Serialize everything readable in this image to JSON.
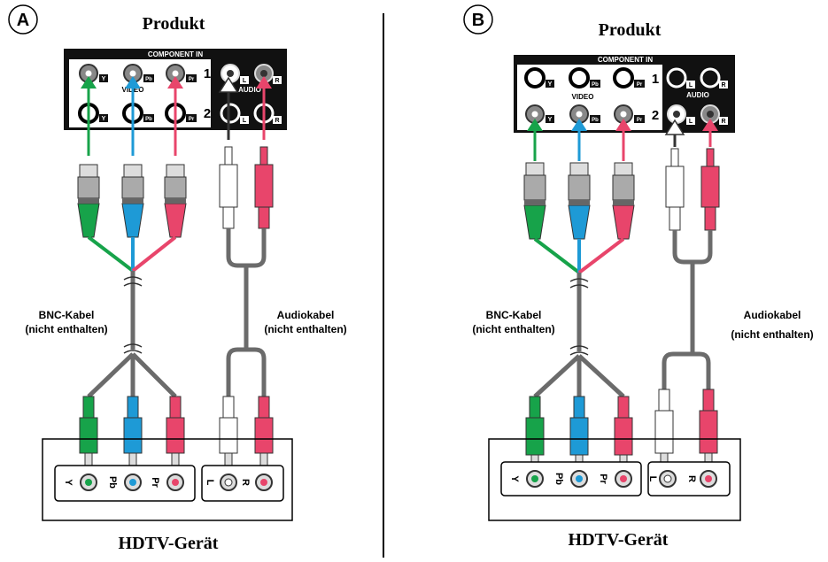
{
  "panels": [
    {
      "badge": "A",
      "product_title": "Produkt",
      "component_header": "COMPONENT IN",
      "row1_num": "1",
      "row2_num": "2",
      "video_label": "VIDEO",
      "audio_label": "AUDIO",
      "port_y": "Y",
      "port_pb": "Pb",
      "port_pr": "Pr",
      "port_l": "L",
      "port_r": "R",
      "bnc_cable_line1": "BNC-Kabel",
      "bnc_cable_line2": "(nicht enthalten)",
      "audio_cable_line1": "Audiokabel",
      "audio_cable_line2": "(nicht enthalten)",
      "device_y": "Y",
      "device_pb": "Pb",
      "device_pr": "Pr",
      "device_l": "L",
      "device_r": "R",
      "device_title": "HDTV-Gerät"
    },
    {
      "badge": "B",
      "product_title": "Produkt",
      "component_header": "COMPONENT IN",
      "row1_num": "1",
      "row2_num": "2",
      "video_label": "VIDEO",
      "audio_label": "AUDIO",
      "port_y": "Y",
      "port_pb": "Pb",
      "port_pr": "Pr",
      "port_l": "L",
      "port_r": "R",
      "bnc_cable_line1": "BNC-Kabel",
      "bnc_cable_line2": "(nicht enthalten)",
      "audio_cable_line1": "Audiokabel",
      "audio_cable_line2": "(nicht enthalten)",
      "device_y": "Y",
      "device_pb": "Pb",
      "device_pr": "Pr",
      "device_l": "L",
      "device_r": "R",
      "device_title": "HDTV-Gerät"
    }
  ],
  "colors": {
    "green": "#17a34a",
    "blue": "#1e9ad6",
    "red": "#e8456b",
    "white": "#ffffff",
    "cable_gray": "#6b6b6b",
    "panel_black": "#111111"
  },
  "icons": [
    "arrow-up-icon",
    "rca-plug-icon",
    "bnc-plug-icon",
    "jack-icon"
  ]
}
